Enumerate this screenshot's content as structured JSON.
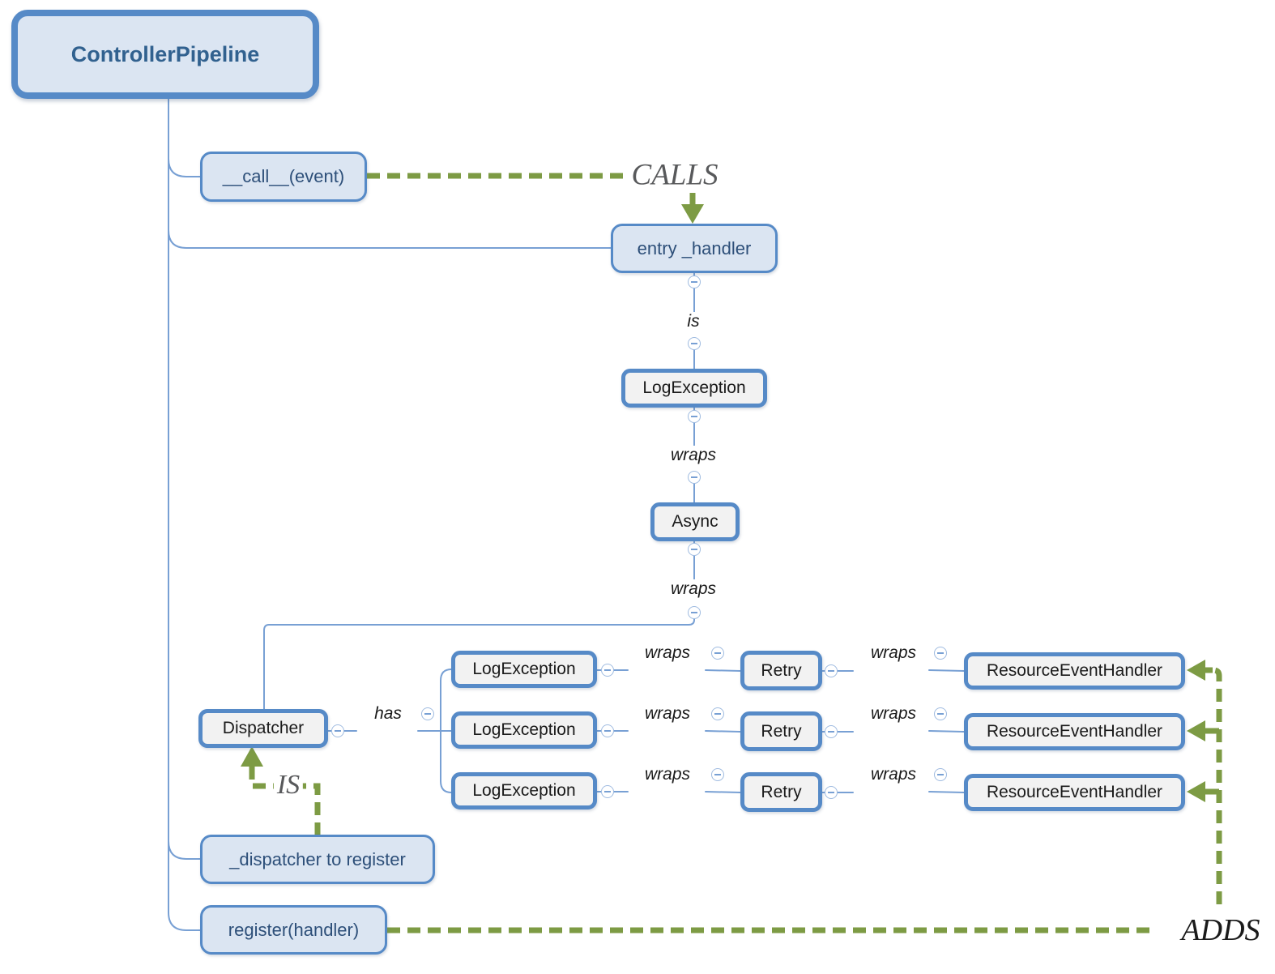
{
  "nodes": {
    "root": "ControllerPipeline",
    "call_event": "__call__(event)",
    "entry_handler": "entry _handler",
    "log_exception": "LogException",
    "async_node": "Async",
    "dispatcher": "Dispatcher",
    "dispatcher_to_register": "_dispatcher to register",
    "register_handler": "register(handler)"
  },
  "rows": [
    {
      "log": "LogException",
      "retry": "Retry",
      "handler": "ResourceEventHandler"
    },
    {
      "log": "LogException",
      "retry": "Retry",
      "handler": "ResourceEventHandler"
    },
    {
      "log": "LogException",
      "retry": "Retry",
      "handler": "ResourceEventHandler"
    }
  ],
  "relations": {
    "is": "is",
    "wraps": "wraps",
    "has": "has"
  },
  "edge_labels": {
    "calls": "CALLS",
    "is": "IS",
    "adds": "ADDS"
  },
  "icons": {
    "collapse": "minus-circle"
  },
  "colors": {
    "node_border": "#568ac7",
    "node_fill_blue": "#dbe5f2",
    "node_fill_gray": "#f2f2f2",
    "connector_blue": "#78a0d4",
    "edge_green": "#7d9b44",
    "label_gray": "#58595b",
    "text_blue": "#2d4f79",
    "text_dark": "#1a1a1a"
  }
}
